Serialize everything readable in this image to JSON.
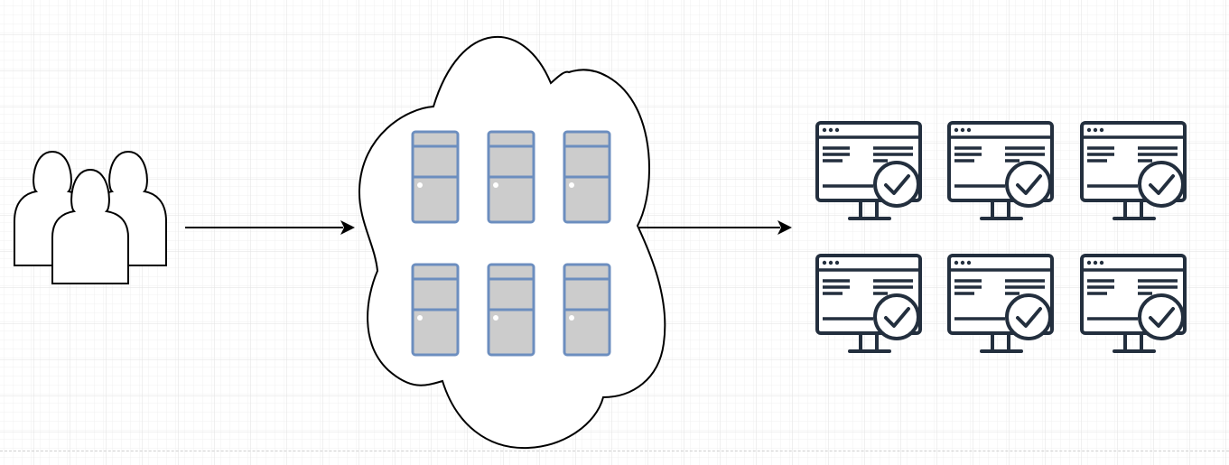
{
  "diagram": {
    "colors": {
      "grid_minor": "#f0f0f0",
      "grid_major": "#e2e2e2",
      "stroke": "#000000",
      "server_fill": "#cccccc",
      "server_stroke": "#6c8ebf",
      "monitor_stroke": "#232f3e"
    },
    "icons": [
      "users-icon",
      "cloud-shape",
      "server-icon",
      "monitor-check-icon",
      "arrow-icon"
    ],
    "server_count": 6,
    "monitor_count": 6
  }
}
